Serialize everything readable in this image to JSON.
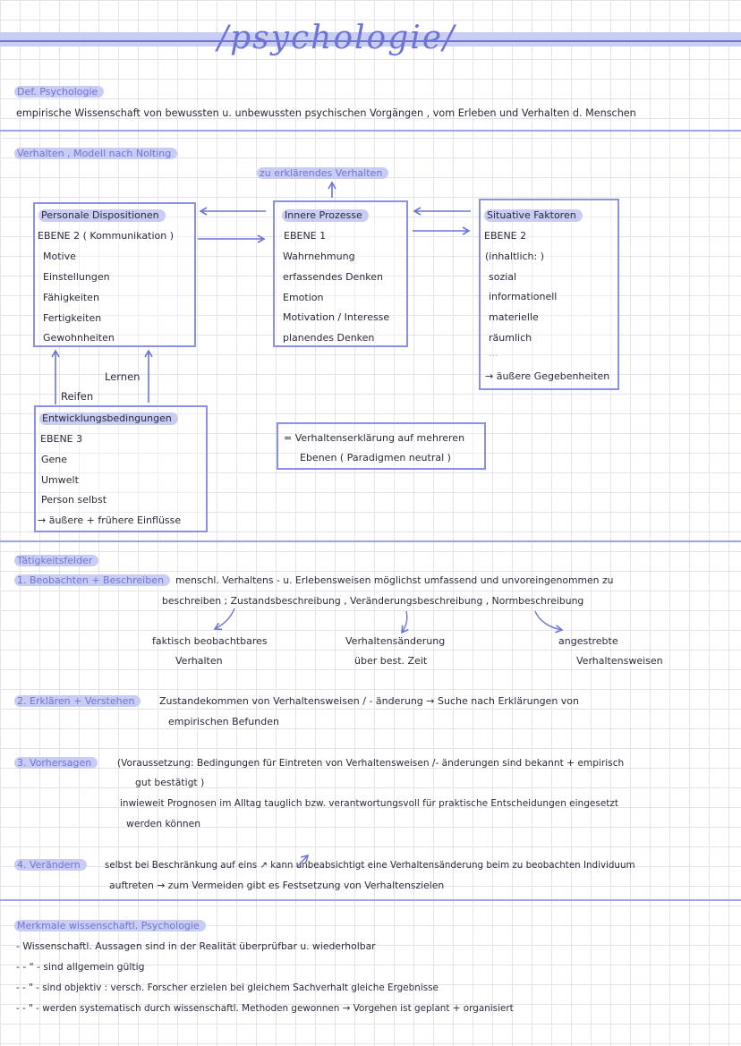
{
  "title": "/psychologie/",
  "definition": {
    "label": "Def. Psychologie",
    "text": "empirische Wissenschaft von bewussten u. unbewussten psychischen Vorgängen , vom Erleben und Verhalten d. Menschen"
  },
  "model": {
    "label": "Verhalten , Modell nach Nolting",
    "target": "zu erklärendes Verhalten",
    "personal": {
      "title": "Personale Dispositionen",
      "level": "EBENE 2 ( Kommunikation )",
      "items": [
        "Motive",
        "Einstellungen",
        "Fähigkeiten",
        "Fertigkeiten",
        "Gewohnheiten"
      ]
    },
    "inner": {
      "title": "Innere Prozesse",
      "level": "EBENE 1",
      "items": [
        "Wahrnehmung",
        "erfassendes Denken",
        "Emotion",
        "Motivation / Interesse",
        "planendes Denken"
      ]
    },
    "situative": {
      "title": "Situative Faktoren",
      "level": "EBENE 2",
      "items": [
        "(inhaltlich: )",
        "sozial",
        "informationell",
        "materielle",
        "räumlich",
        "...",
        "→ äußere Gegebenheiten"
      ]
    },
    "learn_label": "Lernen",
    "mature_label": "Reifen",
    "development": {
      "title": "Entwicklungsbedingungen",
      "level": "EBENE 3",
      "items": [
        "Gene",
        "Umwelt",
        "Person selbst",
        "→ äußere + frühere Einflüsse"
      ]
    },
    "summary": [
      "= Verhaltenserklärung auf mehreren",
      "Ebenen ( Paradigmen neutral )"
    ]
  },
  "fields": {
    "label": "Tätigkeitsfelder",
    "f1": {
      "label": "1. Beobachten + Beschreiben",
      "line1": "menschl. Verhaltens - u. Erlebensweisen möglichst umfassend und unvoreingenommen zu",
      "line2": "beschreiben ; Zustandsbeschreibung , Veränderungsbeschreibung , Normbeschreibung",
      "sub1": [
        "faktisch beobachtbares",
        "Verhalten"
      ],
      "sub2": [
        "Verhaltensänderung",
        "über best. Zeit"
      ],
      "sub3": [
        "angestrebte",
        "Verhaltensweisen"
      ]
    },
    "f2": {
      "label": "2. Erklären + Verstehen",
      "line1": "Zustandekommen von Verhaltensweisen / - änderung → Suche nach Erklärungen von",
      "line2": "empirischen Befunden"
    },
    "f3": {
      "label": "3. Vorhersagen",
      "line1": "(Voraussetzung: Bedingungen für Eintreten von Verhaltensweisen /- änderungen sind bekannt + empirisch",
      "line2": "gut bestätigt )",
      "line3": "inwieweit Prognosen im Alltag tauglich bzw. verantwortungsvoll für praktische Entscheidungen eingesetzt",
      "line4": "werden können"
    },
    "f4": {
      "label": "4. Verändern",
      "line1": "selbst bei Beschränkung auf eins ↗ kann unbeabsichtigt eine Verhaltensänderung beim zu beobachten Individuum",
      "line2": "auftreten → zum Vermeiden gibt es Festsetzung von Verhaltenszielen"
    }
  },
  "features": {
    "label": "Merkmale wissenschaftl. Psychologie",
    "items": [
      "- Wissenschaftl. Aussagen sind in der Realität überprüfbar u. wiederholbar",
      "- - \" - sind allgemein gültig",
      "- - \" - sind objektiv : versch. Forscher erzielen bei gleichem Sachverhalt gleiche Ergebnisse",
      "- - \" - werden systematisch durch wissenschaftl. Methoden gewonnen → Vorgehen ist geplant + organisiert"
    ]
  },
  "colors": {
    "accent": "#6e74d4",
    "highlight": "#c9ccf3",
    "line": "#9da2ea",
    "box": "#8a90e6"
  }
}
